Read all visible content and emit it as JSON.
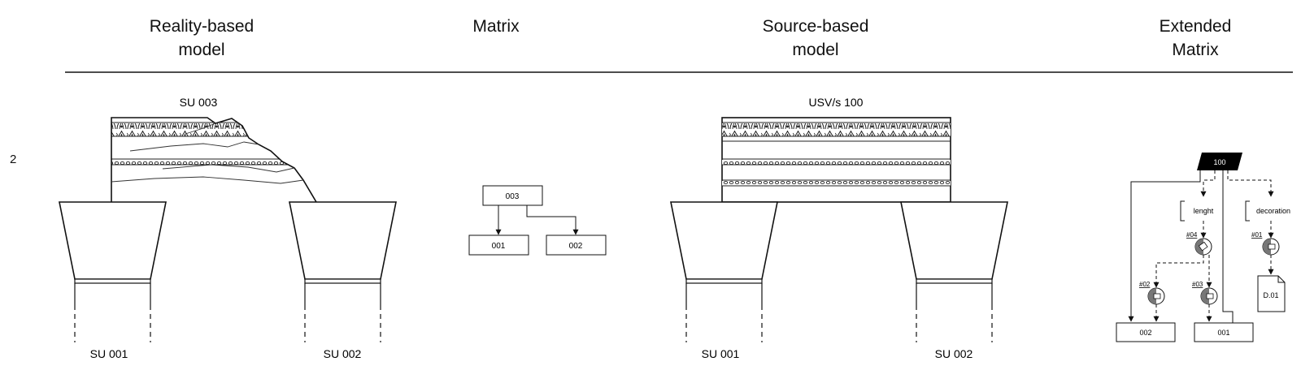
{
  "headers": {
    "reality": [
      "Reality-based",
      "model"
    ],
    "matrix": [
      "Matrix"
    ],
    "source": [
      "Source-based",
      "model"
    ],
    "extended": [
      "Extended",
      "Matrix"
    ]
  },
  "row_number": "2",
  "reality_model": {
    "top_label": "SU 003",
    "left_label": "SU 001",
    "right_label": "SU 002"
  },
  "matrix": {
    "top": "003",
    "left": "001",
    "right": "002"
  },
  "source_model": {
    "top_label": "USV/s 100",
    "left_label": "SU 001",
    "right_label": "SU 002"
  },
  "extended_matrix": {
    "root": "100",
    "prop_length": "lenght",
    "prop_decoration": "decoration",
    "extractor_04": "#04",
    "extractor_01": "#01",
    "extractor_02": "#02",
    "extractor_03": "#03",
    "document": "D.01",
    "target_left": "002",
    "target_right": "001"
  }
}
